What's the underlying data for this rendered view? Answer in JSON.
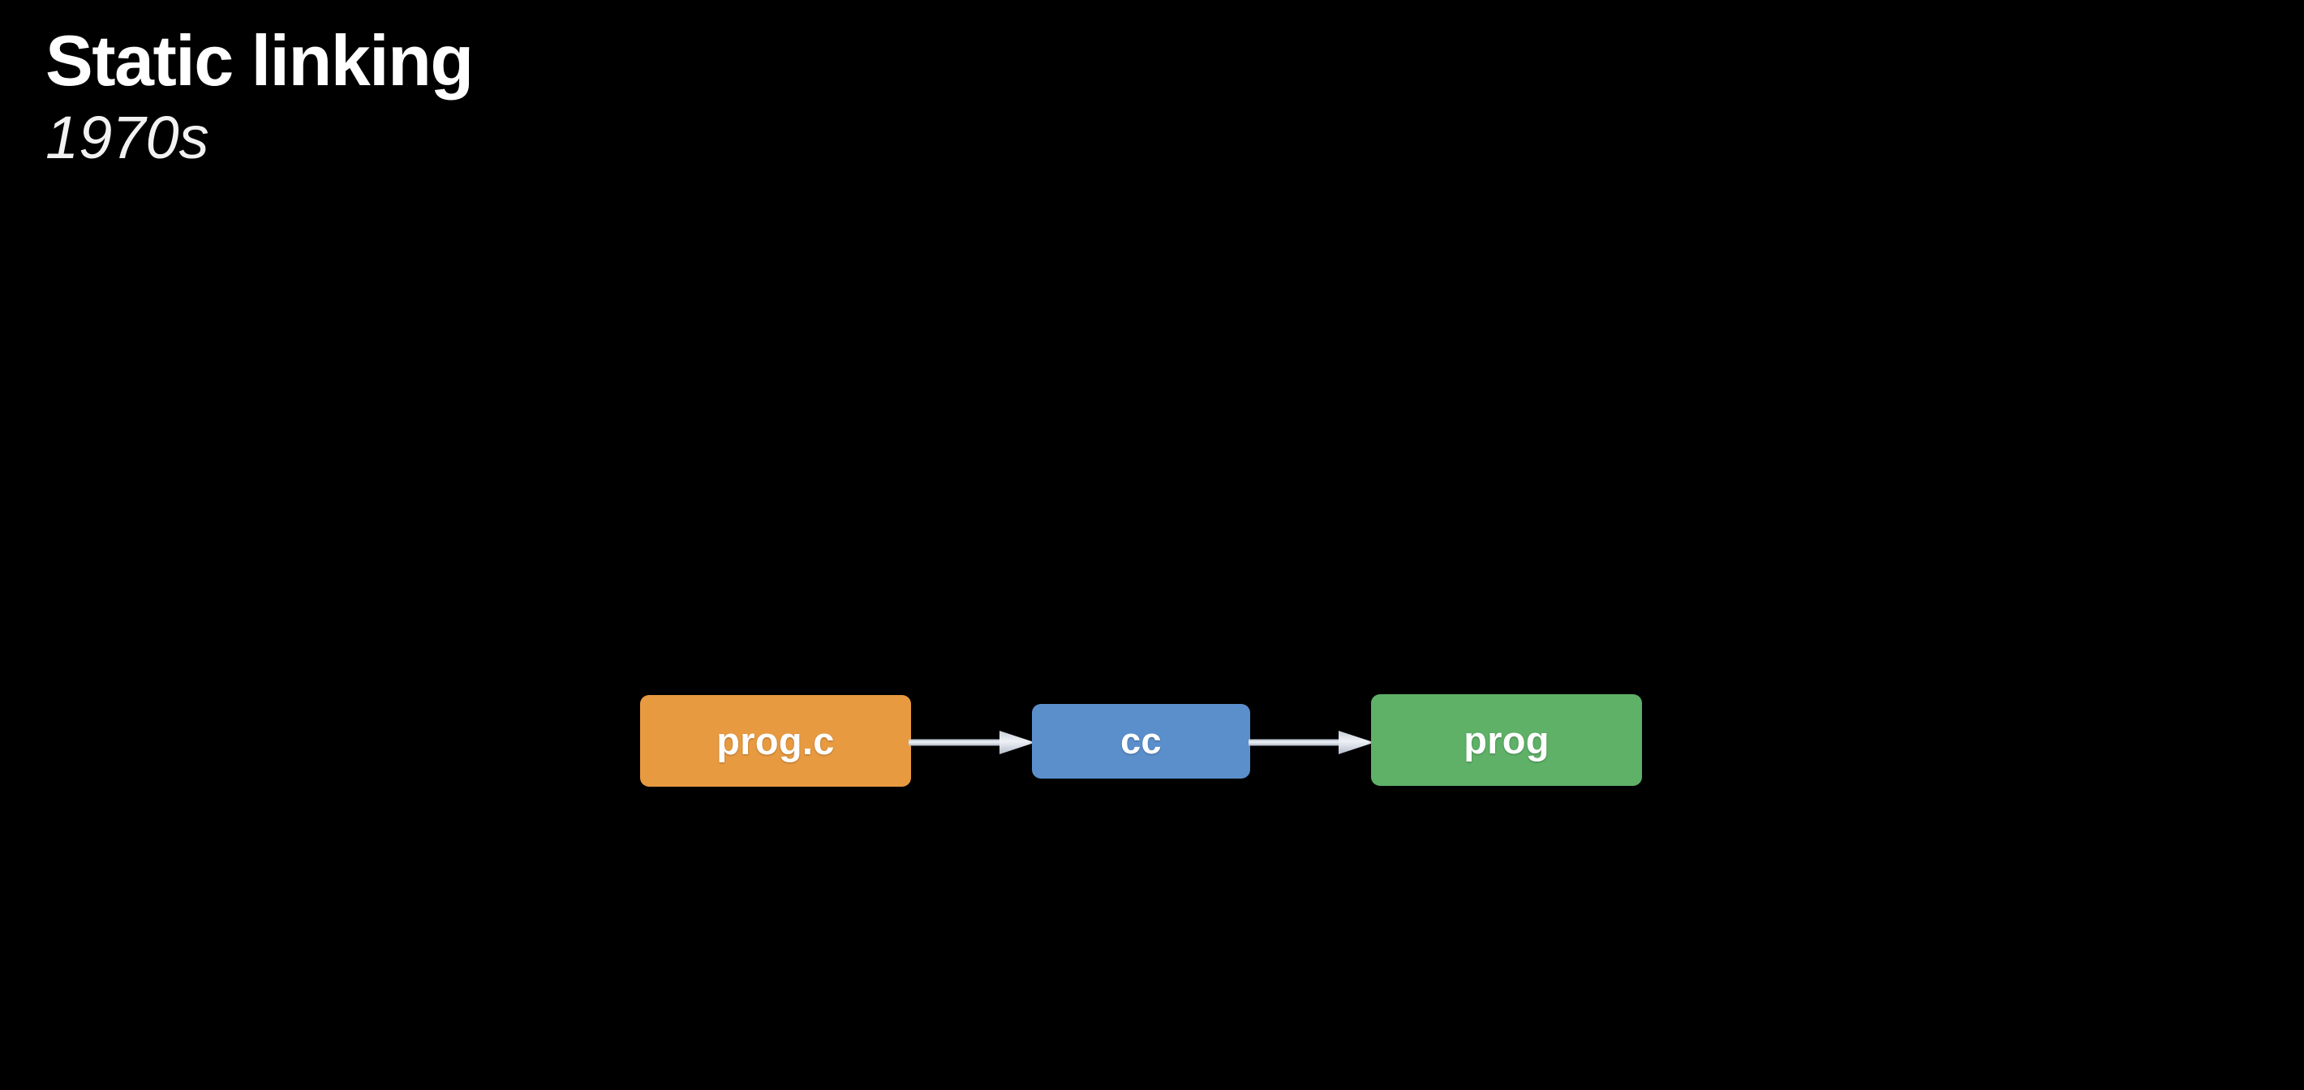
{
  "slide": {
    "background_color": "#000000",
    "title": "Static linking",
    "subtitle": "1970s",
    "title_color": "#ffffff"
  },
  "diagram": {
    "type": "flow",
    "orientation": "left-to-right",
    "nodes": [
      {
        "id": "source",
        "label": "prog.c",
        "fill_color": "#e89a40",
        "text_color": "#ffffff",
        "shape": "rounded-rectangle"
      },
      {
        "id": "compiler",
        "label": "cc",
        "fill_color": "#5b8fcb",
        "text_color": "#ffffff",
        "shape": "rounded-rectangle"
      },
      {
        "id": "binary",
        "label": "prog",
        "fill_color": "#5eb167",
        "text_color": "#ffffff",
        "shape": "rounded-rectangle"
      }
    ],
    "edges": [
      {
        "id": "edge-source-compiler",
        "from": "prog.c",
        "to": "cc",
        "label": "",
        "color": "#d8dce4",
        "arrowhead": "solid-triangle"
      },
      {
        "id": "edge-compiler-binary",
        "from": "cc",
        "to": "prog",
        "label": "",
        "color": "#d8dce4",
        "arrowhead": "solid-triangle"
      }
    ]
  }
}
